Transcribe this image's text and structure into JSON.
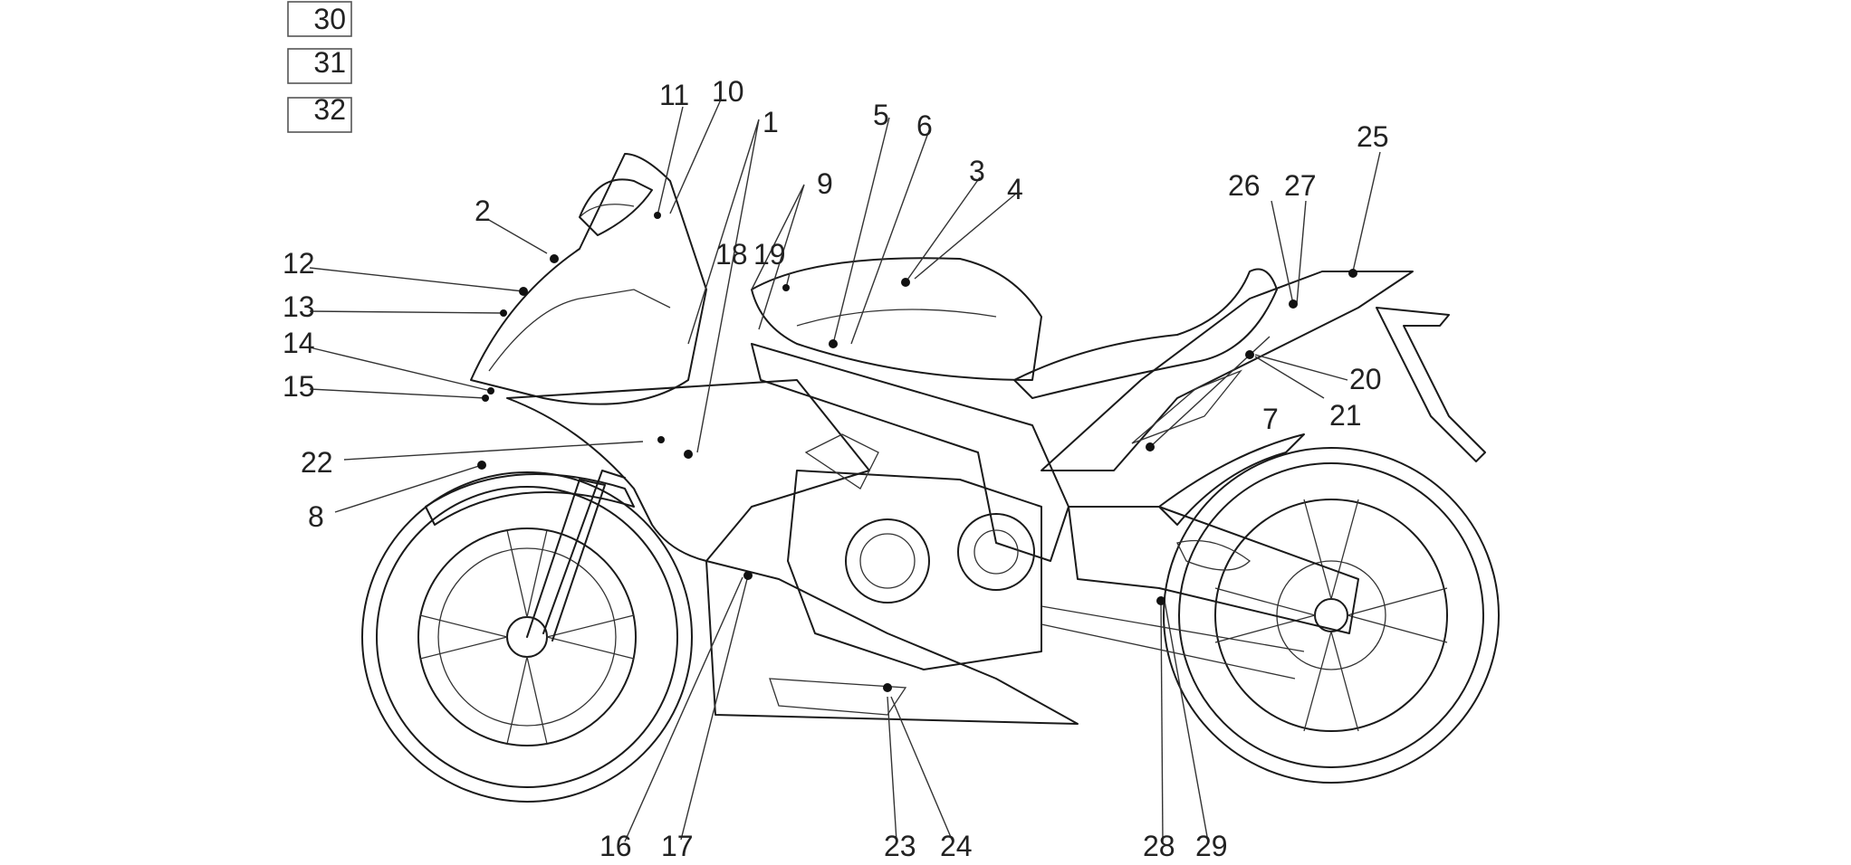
{
  "legend_boxes": [
    "30",
    "31",
    "32"
  ],
  "callouts": [
    "1",
    "2",
    "3",
    "4",
    "5",
    "6",
    "7",
    "8",
    "9",
    "10",
    "11",
    "12",
    "13",
    "14",
    "15",
    "16",
    "17",
    "18",
    "19",
    "20",
    "21",
    "22",
    "23",
    "24",
    "25",
    "26",
    "27",
    "28",
    "29"
  ]
}
